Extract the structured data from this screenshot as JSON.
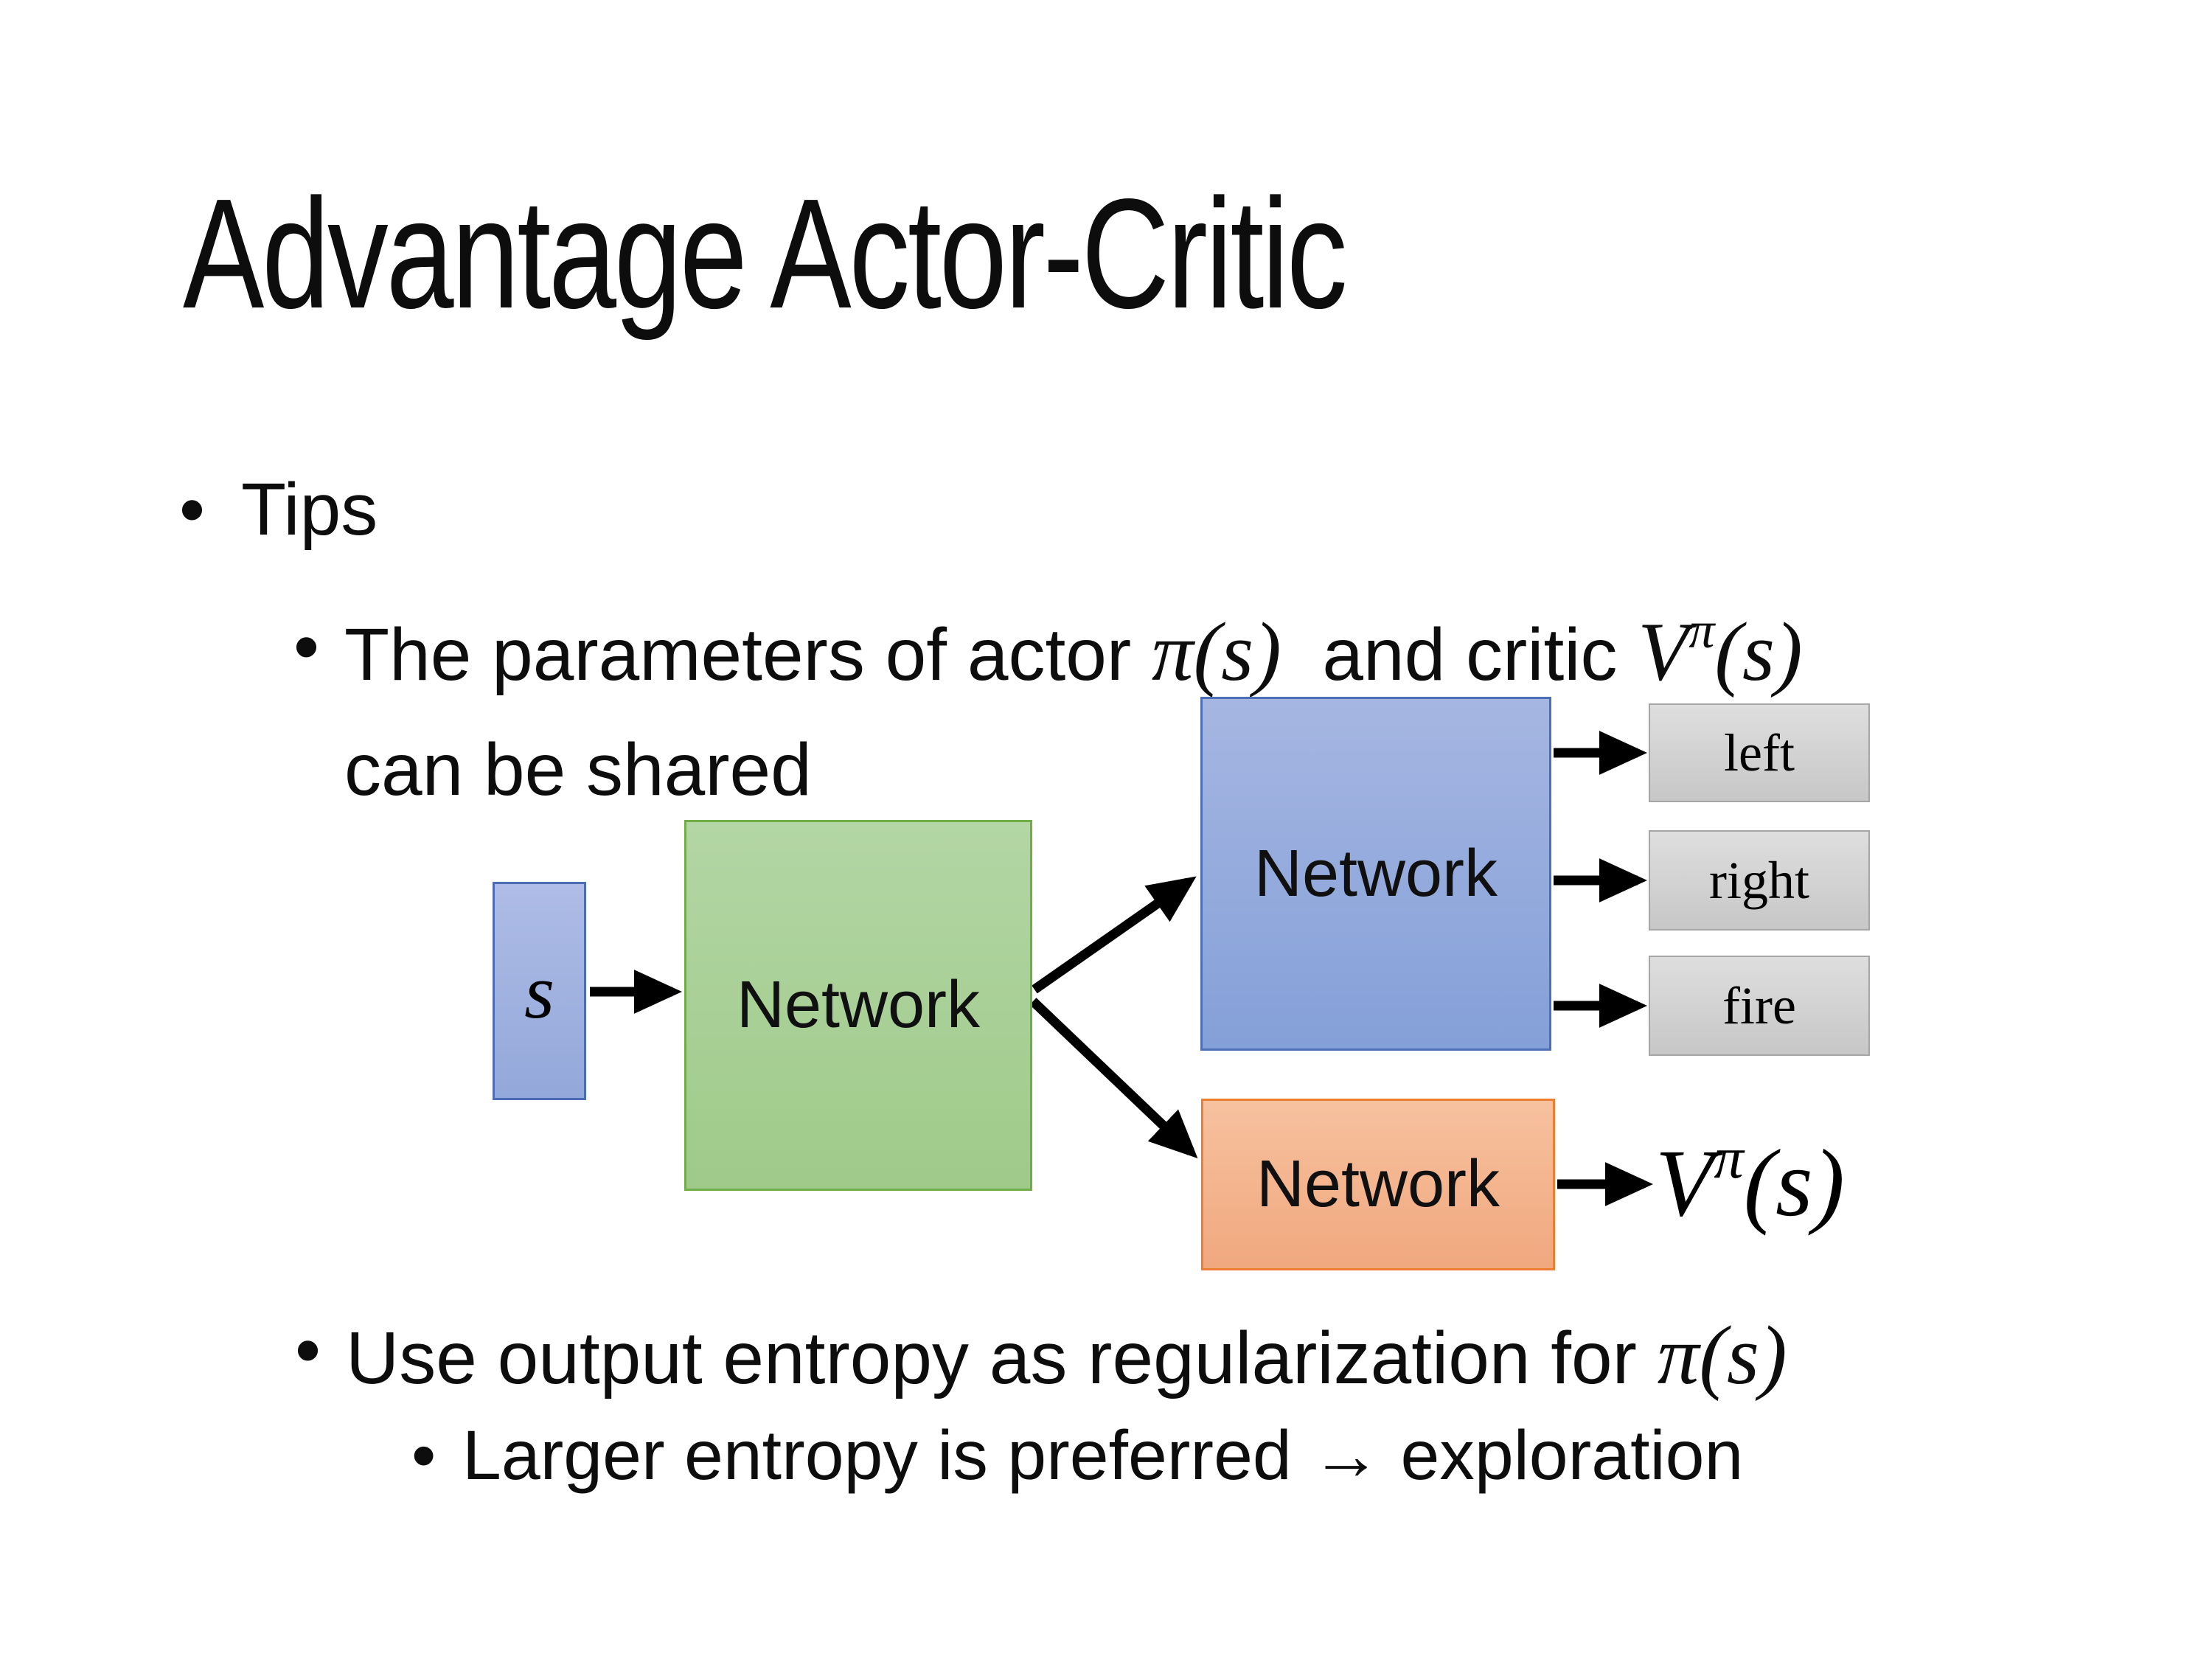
{
  "slide": {
    "title": "Advantage Actor-Critic",
    "bullet_marker": "•",
    "bullets": {
      "tips": "Tips",
      "param_line": {
        "pre": "The parameters of actor ",
        "actor_math": "π(s)",
        "mid": "  and critic ",
        "critic_base": "V",
        "critic_sup": "π",
        "critic_args": "(s)"
      },
      "param_line2": "can be shared",
      "entropy_line": {
        "pre": "Use output entropy as regularization for ",
        "math": "π(s)"
      },
      "exploration_line": "Larger entropy is preferred → exploration"
    },
    "diagram": {
      "state": {
        "label": "s",
        "fill": "#a3b2e0",
        "border": "#4c6cb3"
      },
      "shared_network": {
        "label": "Network",
        "fill": "#a9d197",
        "border": "#71ad47"
      },
      "actor_network": {
        "label": "Network",
        "fill": "#95abdd",
        "border": "#4d6fb5"
      },
      "critic_network": {
        "label": "Network",
        "fill": "#f4b58c",
        "border": "#ed7d31"
      },
      "actions": [
        "left",
        "right",
        "fire"
      ],
      "action_fill": "#d2d2d2",
      "action_border": "#a6a6a6",
      "value_output": {
        "base": "V",
        "sup": "π",
        "args": "(s)"
      },
      "arrow_color": "#000000"
    }
  }
}
